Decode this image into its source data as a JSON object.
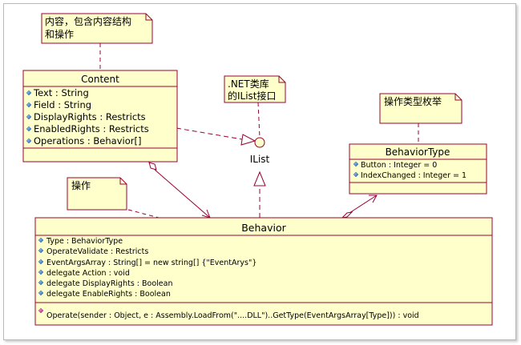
{
  "notes": {
    "content_note": {
      "line1": "内容，包含内容结构",
      "line2": "和操作"
    },
    "ilist_note": {
      "line1": ".NET类库",
      "line2": "的IList接口"
    },
    "behaviortype_note": {
      "line1": "操作类型枚举"
    },
    "behavior_note": {
      "line1": "操作"
    }
  },
  "interface": {
    "name": "IList"
  },
  "classes": {
    "content": {
      "name": "Content",
      "attributes": [
        "Text : String",
        "Field : String",
        "DisplayRights : Restricts",
        "EnabledRights : Restricts",
        "Operations : Behavior[]"
      ]
    },
    "behaviortype": {
      "name": "BehaviorType",
      "attributes": [
        "Button : Integer = 0",
        "IndexChanged : Integer = 1"
      ]
    },
    "behavior": {
      "name": "Behavior",
      "attributes": [
        "Type : BehaviorType",
        "OperateValidate : Restricts",
        "EventArgsArray : String[] = new string[] {\"EventArys\"}",
        "delegate Action : void",
        "delegate DisplayRights : Boolean",
        "delegate EnableRights : Boolean"
      ],
      "operations": [
        "Operate(sender : Object, e : Assembly.LoadFrom(\"....DLL\")..GetType(EventArgsArray[Type])) : void"
      ]
    }
  },
  "colors": {
    "box_fill": "#ffffcc",
    "box_stroke": "#990033",
    "line": "#990033",
    "attr_icon": "#3f7fbf",
    "op_icon": "#cc3399"
  }
}
